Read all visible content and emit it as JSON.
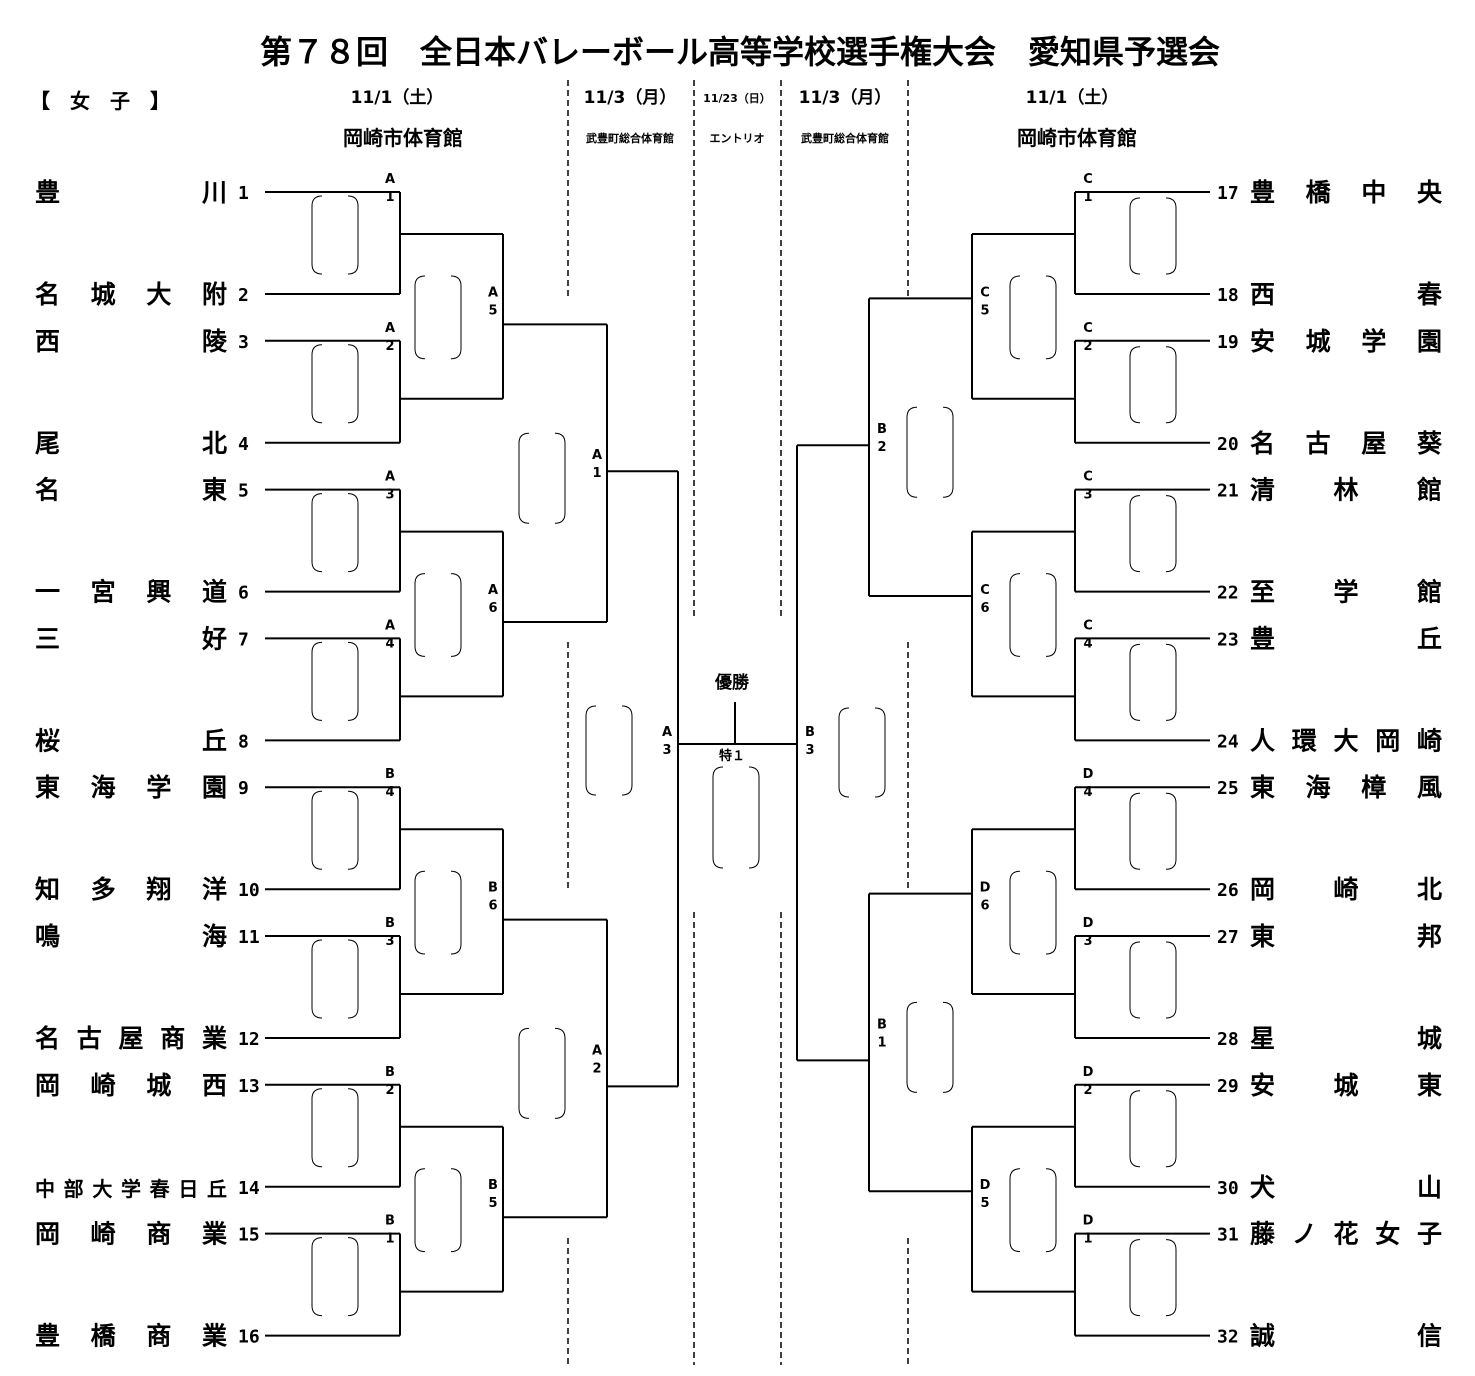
{
  "title": "第７８回　全日本バレーボール高等学校選手権大会　愛知県予選会",
  "category": "【　女　子　】",
  "schedule": {
    "left_outer": {
      "date": "11/1（土）",
      "venue": "岡崎市体育館"
    },
    "left_inner": {
      "date": "11/3（月）",
      "venue": "武豊町総合体育館"
    },
    "center": {
      "date": "11/23（日）",
      "venue": "エントリオ"
    },
    "right_inner": {
      "date": "11/3（月）",
      "venue": "武豊町総合体育館"
    },
    "right_outer": {
      "date": "11/1（土）",
      "venue": "岡崎市体育館"
    }
  },
  "champion_label": "優勝",
  "final_label": "特１",
  "teams_left": [
    {
      "num": "1",
      "name": "豊　　　川"
    },
    {
      "num": "2",
      "name": "名城大附"
    },
    {
      "num": "3",
      "name": "西　　　陵"
    },
    {
      "num": "4",
      "name": "尾　　　北"
    },
    {
      "num": "5",
      "name": "名　　　東"
    },
    {
      "num": "6",
      "name": "一宮興道"
    },
    {
      "num": "7",
      "name": "三　　　好"
    },
    {
      "num": "8",
      "name": "桜　　　丘"
    },
    {
      "num": "9",
      "name": "東海学園"
    },
    {
      "num": "10",
      "name": "知多翔洋"
    },
    {
      "num": "11",
      "name": "鳴　　　海"
    },
    {
      "num": "12",
      "name": "名古屋商業"
    },
    {
      "num": "13",
      "name": "岡崎城西"
    },
    {
      "num": "14",
      "name": "中部大学春日丘"
    },
    {
      "num": "15",
      "name": "岡崎商業"
    },
    {
      "num": "16",
      "name": "豊橋商業"
    }
  ],
  "teams_right": [
    {
      "num": "17",
      "name": "豊橋中央"
    },
    {
      "num": "18",
      "name": "西　　　春"
    },
    {
      "num": "19",
      "name": "安城学園"
    },
    {
      "num": "20",
      "name": "名古屋葵"
    },
    {
      "num": "21",
      "name": "清　林　館"
    },
    {
      "num": "22",
      "name": "至　学　館"
    },
    {
      "num": "23",
      "name": "豊　　　丘"
    },
    {
      "num": "24",
      "name": "人環大岡崎"
    },
    {
      "num": "25",
      "name": "東海樟風"
    },
    {
      "num": "26",
      "name": "岡　崎　北"
    },
    {
      "num": "27",
      "name": "東　　　邦"
    },
    {
      "num": "28",
      "name": "星　　　城"
    },
    {
      "num": "29",
      "name": "安　城　東"
    },
    {
      "num": "30",
      "name": "犬　　　山"
    },
    {
      "num": "31",
      "name": "藤ノ花女子"
    },
    {
      "num": "32",
      "name": "誠　　　信"
    }
  ],
  "matches_left": {
    "r1": [
      "A1",
      "A2",
      "A3",
      "A4",
      "B4",
      "B3",
      "B2",
      "B1"
    ],
    "r2": [
      "A5",
      "A6",
      "B6",
      "B5"
    ],
    "r3": [
      "A1",
      "A2"
    ],
    "r4": [
      "A3"
    ]
  },
  "matches_right": {
    "r1": [
      "C1",
      "C2",
      "C3",
      "C4",
      "D4",
      "D3",
      "D2",
      "D1"
    ],
    "r2": [
      "C5",
      "C6",
      "D6",
      "D5"
    ],
    "r3": [
      "B2",
      "B1"
    ],
    "r4": [
      "B3"
    ]
  }
}
